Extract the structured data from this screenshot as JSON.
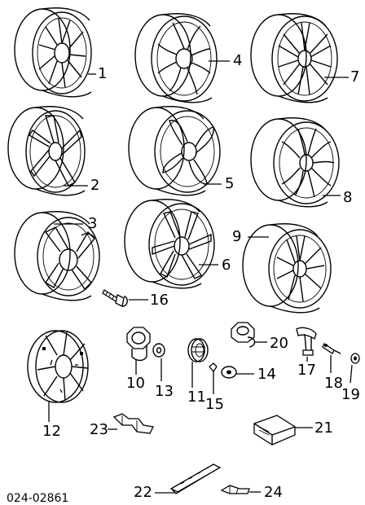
{
  "diagram_id": "024-02861",
  "parts": {
    "p1": "1",
    "p2": "2",
    "p3": "3",
    "p4": "4",
    "p5": "5",
    "p6": "6",
    "p7": "7",
    "p8": "8",
    "p9": "9",
    "p10": "10",
    "p11": "11",
    "p12": "12",
    "p13": "13",
    "p14": "14",
    "p15": "15",
    "p16": "16",
    "p17": "17",
    "p18": "18",
    "p19": "19",
    "p20": "20",
    "p21": "21",
    "p22": "22",
    "p23": "23",
    "p24": "24"
  }
}
